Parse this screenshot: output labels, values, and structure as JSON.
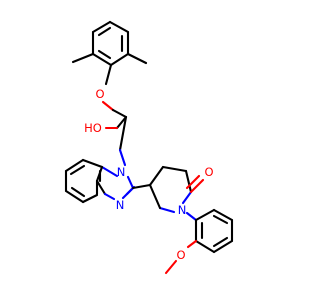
{
  "colors": {
    "carbon_bond": "#000000",
    "oxygen": "#ff0000",
    "nitrogen": "#0000ff",
    "background": "#ffffff"
  },
  "atoms": {
    "ether_oxygen": "O",
    "hydroxyl": "HO",
    "benzimidazole_n1": "N",
    "benzimidazole_n3": "N",
    "lactam_oxygen": "O",
    "lactam_nitrogen": "N",
    "methoxy_oxygen": "O"
  }
}
